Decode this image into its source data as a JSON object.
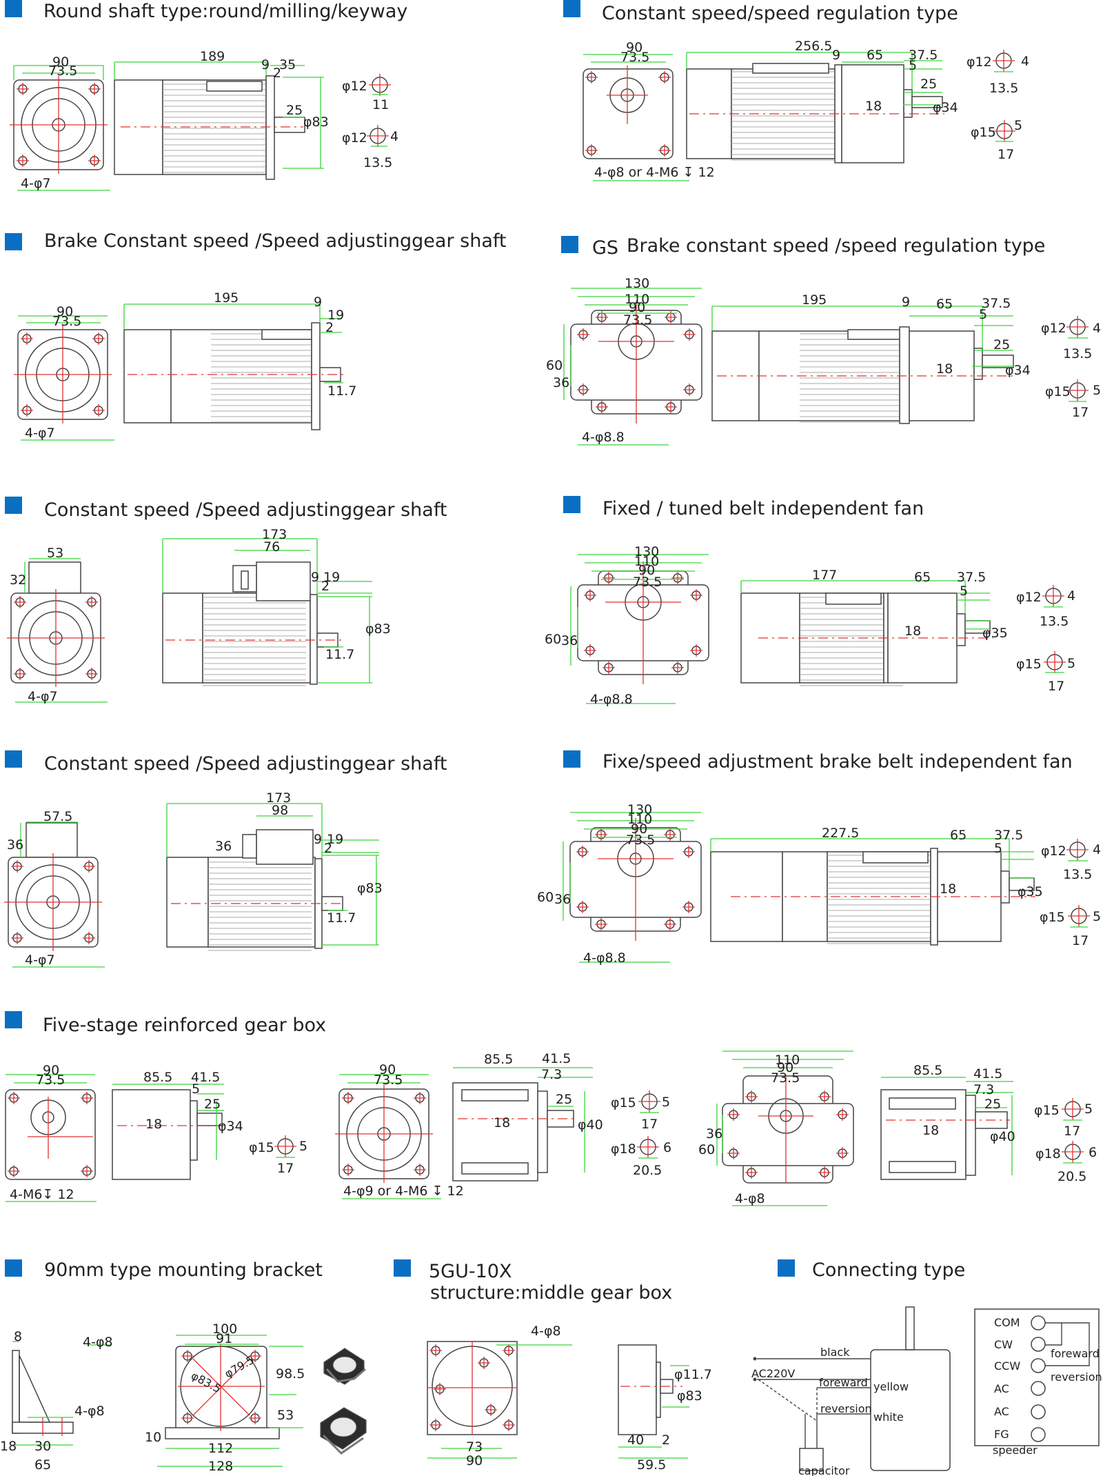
{
  "sections": {
    "s1": {
      "title": "Round shaft type:round/milling/keyway",
      "dims": [
        "90",
        "73.5",
        "189",
        "9",
        "35",
        "2",
        "25",
        "φ83",
        "4-φ7",
        "φ12",
        "11",
        "φ12",
        "4",
        "13.5"
      ]
    },
    "s2": {
      "title": "Constant speed/speed regulation type",
      "dims": [
        "90",
        "73.5",
        "256.5",
        "9",
        "65",
        "37.5",
        "5",
        "25",
        "18",
        "φ34",
        "4-φ8 or 4-M6 ↧ 12",
        "φ12",
        "4",
        "13.5",
        "φ15",
        "5",
        "17"
      ]
    },
    "s3": {
      "title": "Brake Constant speed /Speed adjustinggear shaft",
      "dims": [
        "90",
        "73.5",
        "195",
        "9",
        "19",
        "2",
        "11.7",
        "4-φ7"
      ]
    },
    "s4": {
      "prefix": "GS",
      "title": "Brake constant speed /speed regulation type",
      "dims": [
        "130",
        "110",
        "90",
        "73.5",
        "60",
        "36",
        "4-φ8.8",
        "195",
        "9",
        "65",
        "37.5",
        "5",
        "25",
        "18",
        "φ34",
        "φ12",
        "4",
        "13.5",
        "φ15",
        "5",
        "17"
      ]
    },
    "s5": {
      "title": "Constant speed /Speed adjustinggear shaft",
      "dims": [
        "53",
        "32",
        "4-φ7",
        "173",
        "76",
        "9",
        "19",
        "2",
        "φ83",
        "11.7"
      ]
    },
    "s6": {
      "title": "Fixed / tuned belt independent fan",
      "dims": [
        "130",
        "110",
        "90",
        "73.5",
        "60",
        "36",
        "4-φ8.8",
        "177",
        "65",
        "37.5",
        "5",
        "18",
        "φ35",
        "φ12",
        "4",
        "13.5",
        "φ15",
        "5",
        "17"
      ]
    },
    "s7": {
      "title": "Constant speed /Speed adjustinggear shaft",
      "dims": [
        "57.5",
        "36",
        "4-φ7",
        "173",
        "98",
        "36",
        "9",
        "19",
        "2",
        "φ83",
        "11.7"
      ]
    },
    "s8": {
      "title": "Fixe/speed adjustment brake belt independent fan",
      "dims": [
        "130",
        "110",
        "90",
        "73.5",
        "60",
        "36",
        "4-φ8.8",
        "227.5",
        "65",
        "37.5",
        "5",
        "18",
        "φ35",
        "φ12",
        "4",
        "13.5",
        "φ15",
        "5",
        "17"
      ]
    },
    "s9": {
      "title": "Five-stage reinforced gear box",
      "dims": [
        "90",
        "73.5",
        "4-M6↧ 12",
        "85.5",
        "41.5",
        "5",
        "25",
        "18",
        "φ34",
        "φ15",
        "5",
        "17",
        "90",
        "73.5",
        "4-φ9 or 4-M6 ↧ 12",
        "85.5",
        "41.5",
        "7.3",
        "25",
        "18",
        "φ40",
        "φ15",
        "5",
        "17",
        "φ18",
        "6",
        "20.5",
        "110",
        "90",
        "73.5",
        "36",
        "60",
        "4-φ8",
        "85.5",
        "41.5",
        "7.3",
        "25",
        "18",
        "φ40",
        "φ15",
        "5",
        "17",
        "φ18",
        "6",
        "20.5"
      ]
    },
    "s10": {
      "title": "90mm type mounting bracket",
      "dims": [
        "8",
        "4-φ8",
        "4-φ8",
        "18",
        "30",
        "65",
        "100",
        "91",
        "φ83.5",
        "φ79.5",
        "98.5",
        "53",
        "10",
        "112",
        "128"
      ]
    },
    "s11": {
      "title_line1": "5GU-10X",
      "title_line2": "structure:middle gear box",
      "dims": [
        "4-φ8",
        "73",
        "90",
        "φ11.7",
        "φ83",
        "40",
        "2",
        "59.5"
      ]
    },
    "s12": {
      "title": "Connecting type",
      "labels": [
        "black",
        "AC220V",
        "foreward",
        "yellow",
        "reversion",
        "white",
        "capacitor"
      ],
      "terminals": [
        "COM",
        "CW",
        "CCW",
        "AC",
        "AC",
        "FG"
      ],
      "right_labels": [
        "foreward",
        "reversion",
        "speeder"
      ]
    }
  },
  "colors": {
    "accent_square": "#0a6fc2",
    "dimension_line": "#39d439",
    "center_line": "#e23030",
    "outline": "#444444"
  }
}
